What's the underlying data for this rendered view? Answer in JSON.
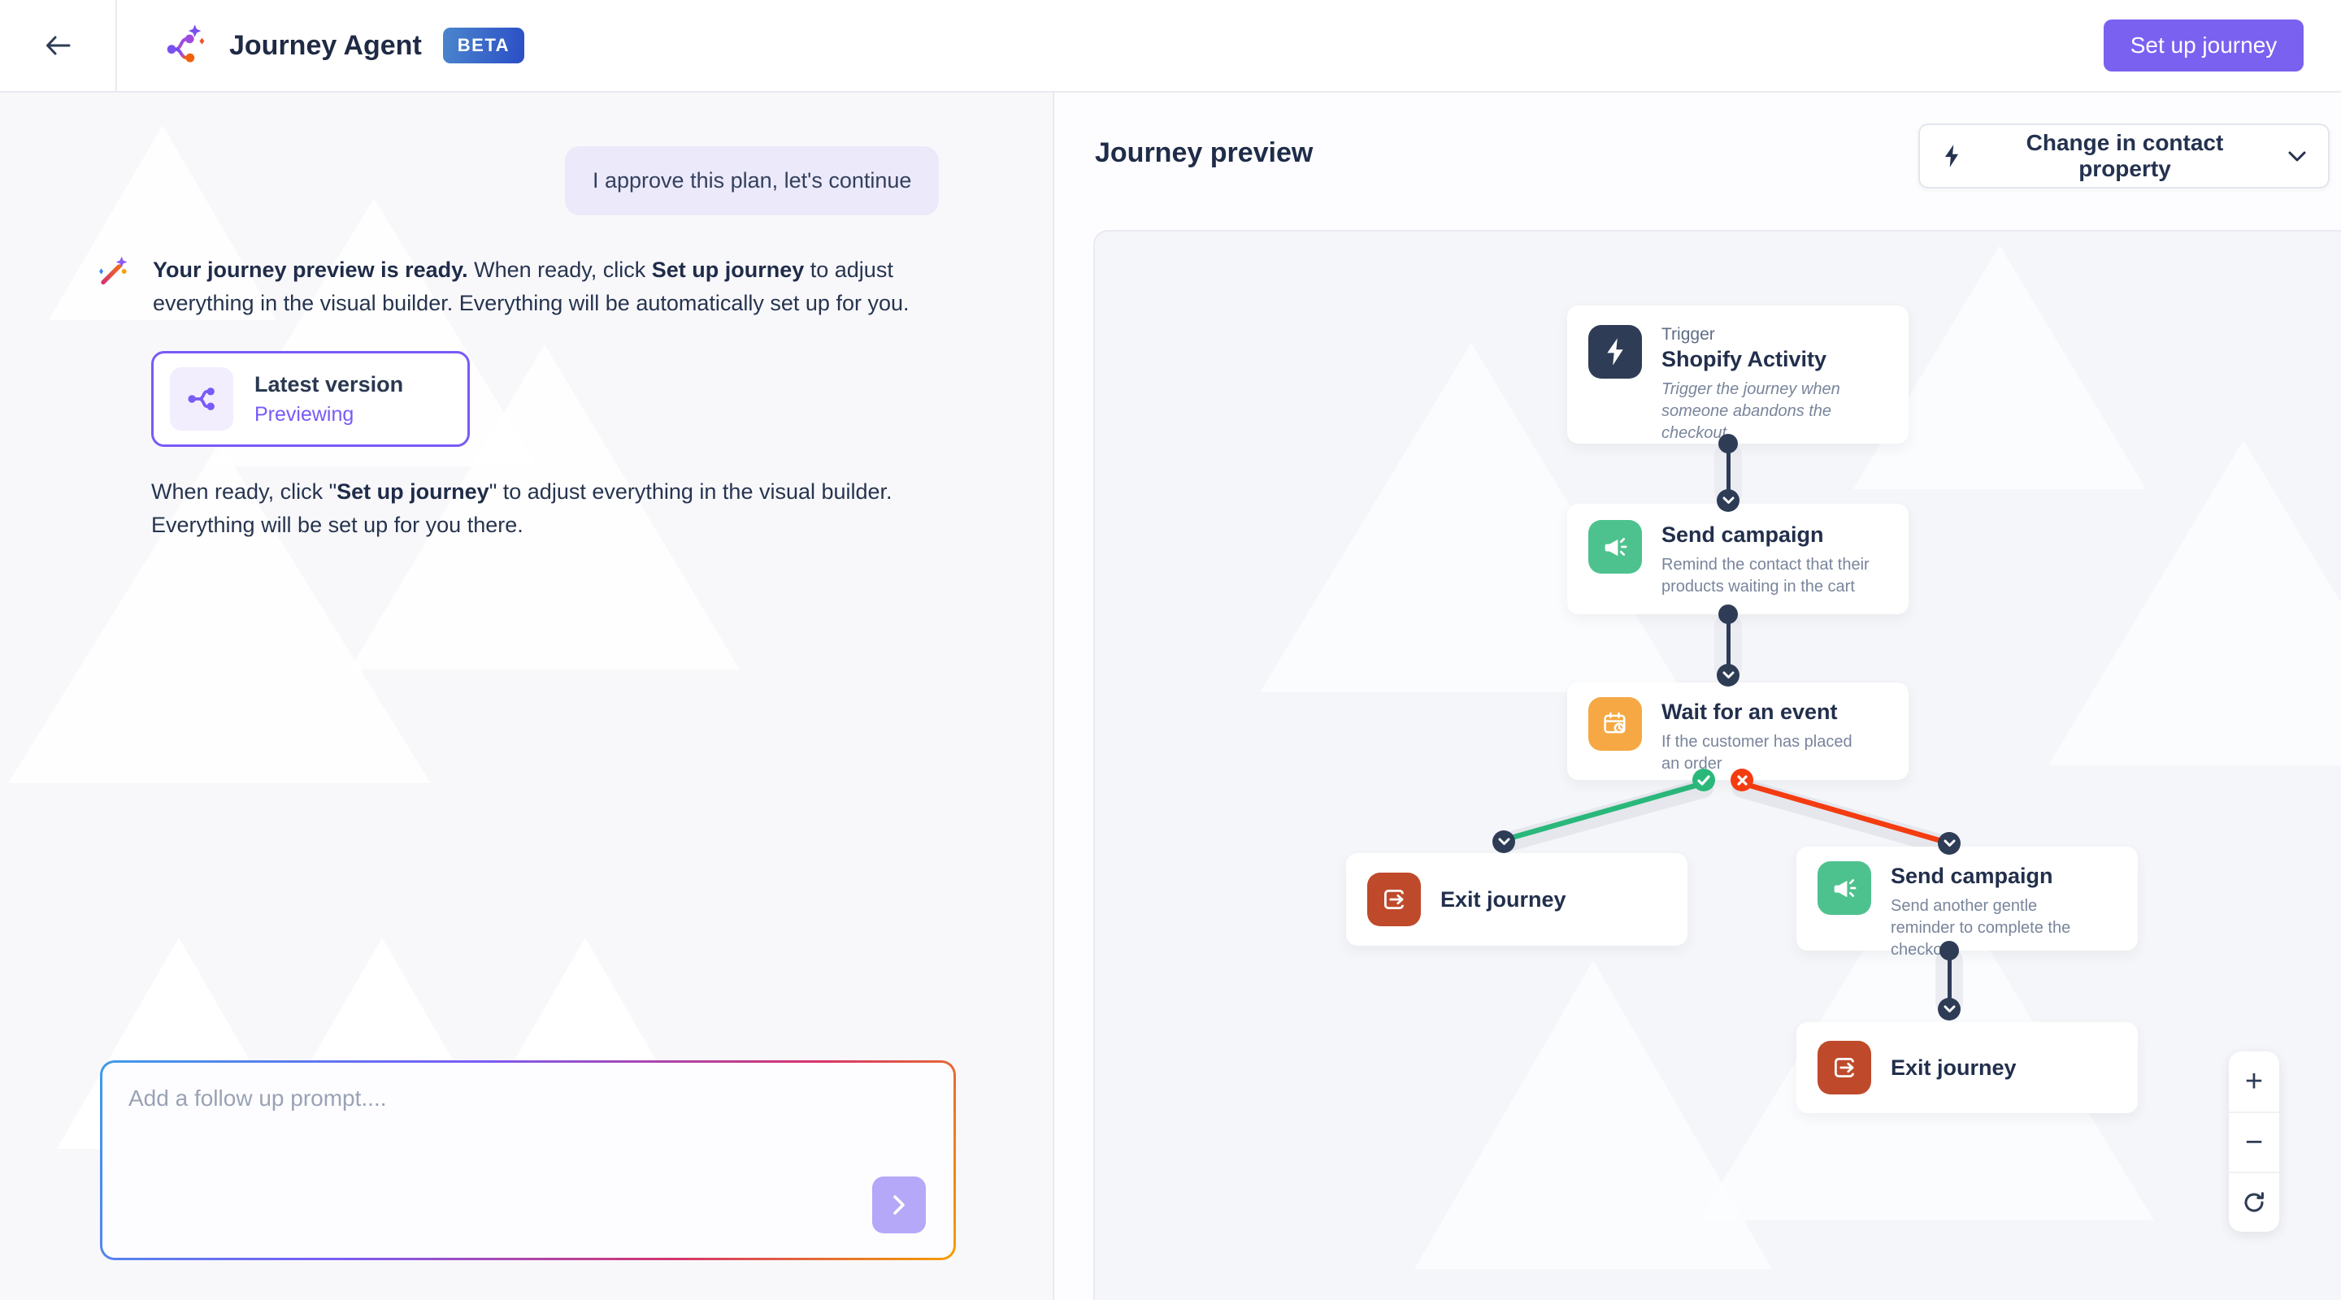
{
  "header": {
    "app_title": "Journey Agent",
    "beta_badge": "BETA",
    "setup_button": "Set up journey"
  },
  "chat": {
    "user_message": "I approve this plan, let's continue",
    "assistant": {
      "intro_bold": "Your journey preview is ready.",
      "middle": " When ready, click ",
      "action_bold": "Set up journey",
      "tail": " to adjust everything in the visual builder. Everything will be automatically set up for you."
    },
    "version_card": {
      "title": "Latest version",
      "status": "Previewing"
    },
    "followup": {
      "pre": "When ready, click \"",
      "bold": "Set up journey",
      "post": "\" to adjust everything in the visual builder. Everything will be set up for you there."
    },
    "input": {
      "placeholder": "Add a follow up prompt...."
    }
  },
  "preview": {
    "title": "Journey preview",
    "trigger_dropdown": {
      "label": "Change in contact property"
    },
    "nodes": {
      "trigger": {
        "kicker": "Trigger",
        "title": "Shopify Activity",
        "description": "Trigger the journey when someone abandons the checkout"
      },
      "send_campaign_1": {
        "title": "Send campaign",
        "description": "Remind the contact that their products waiting in the cart"
      },
      "wait_event": {
        "title": "Wait for an event",
        "description": "If the customer has placed an order"
      },
      "exit_left": {
        "title": "Exit journey"
      },
      "send_campaign_2": {
        "title": "Send campaign",
        "description": "Send another gentle reminder to complete the checkout"
      },
      "exit_bottom": {
        "title": "Exit journey"
      }
    },
    "zoom_controls": {
      "zoom_in": "+",
      "zoom_out": "−"
    }
  },
  "colors": {
    "accent_purple": "#7b61f0",
    "brand_violet": "#7a5af8",
    "beta_blue": "#2a4ec6",
    "node_navy": "#2e3c56",
    "campaign_green": "#4ec28e",
    "wait_orange": "#f5a843",
    "exit_rust": "#bf4a2b",
    "success_green": "#2ab87a",
    "danger_red": "#f43c11"
  }
}
